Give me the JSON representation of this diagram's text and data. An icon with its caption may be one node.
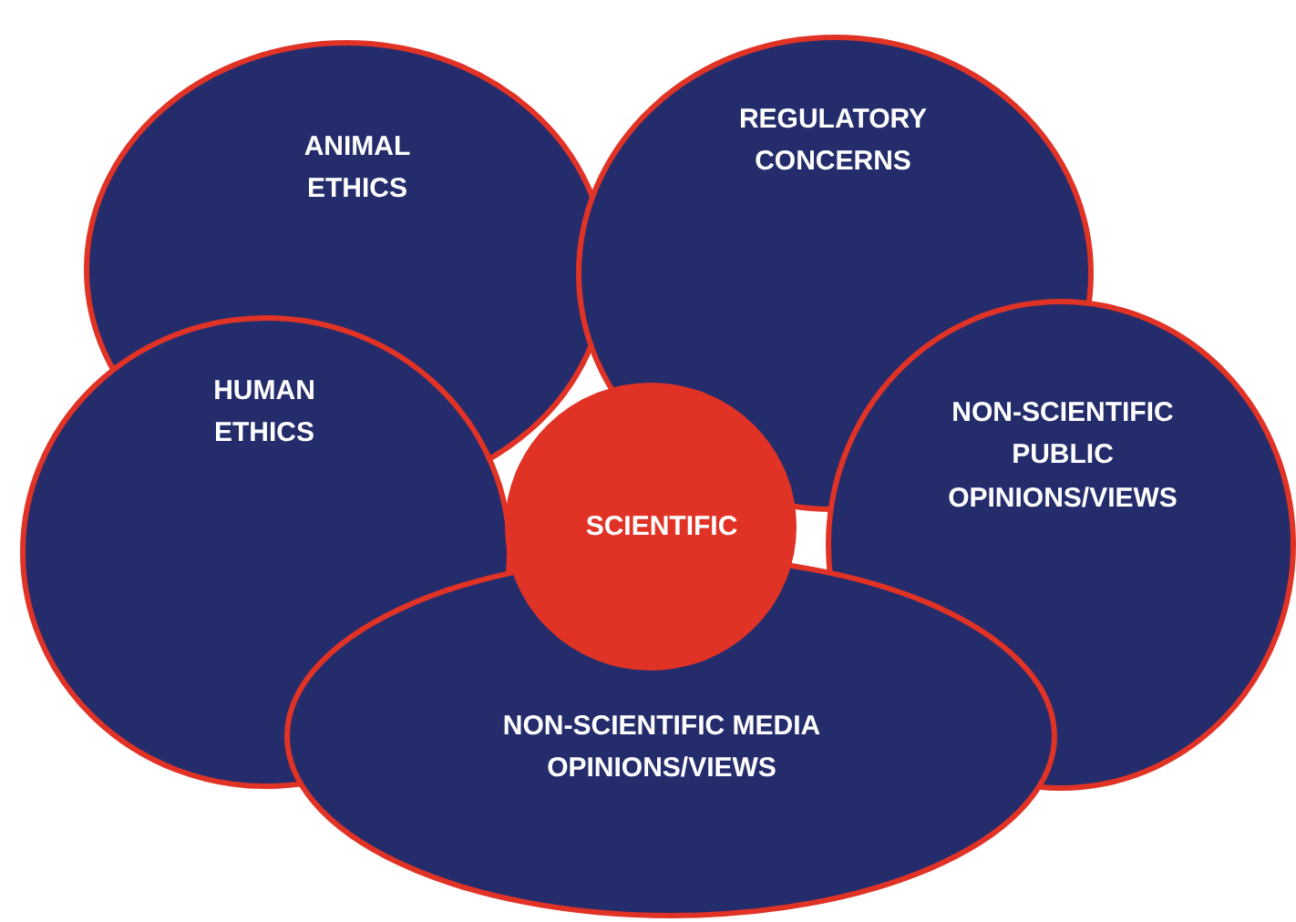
{
  "diagram": {
    "nodes": [
      {
        "text": [
          "ANIMAL ETHICS"
        ]
      },
      {
        "text": [
          "REGULATORY CONCERNS"
        ]
      },
      {
        "text": [
          "HUMAN ETHICS"
        ]
      },
      {
        "text": [
          "NON-SCIENTIFIC PUBLIC OPINIONS/VIEWS"
        ]
      },
      {
        "text": [
          "SCIENTIFIC"
        ]
      },
      {
        "text": [
          "NON-SCIENTIFIC MEDIA OPINIONS/VIEWS"
        ]
      }
    ]
  }
}
